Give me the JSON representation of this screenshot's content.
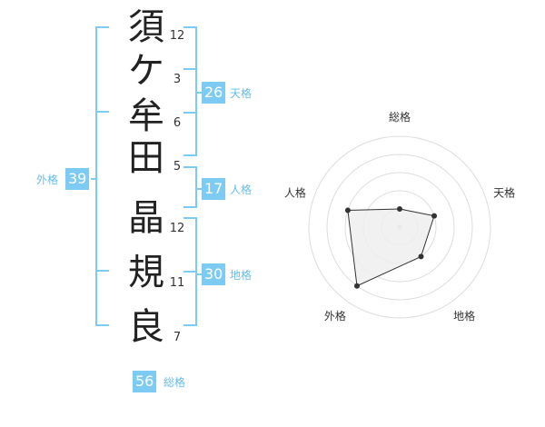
{
  "name_chars": [
    {
      "char": "須",
      "strokes": "12"
    },
    {
      "char": "ケ",
      "strokes": "3"
    },
    {
      "char": "牟",
      "strokes": "6"
    },
    {
      "char": "田",
      "strokes": "5"
    },
    {
      "char": "晶",
      "strokes": "12"
    },
    {
      "char": "規",
      "strokes": "11"
    },
    {
      "char": "良",
      "strokes": "7"
    }
  ],
  "kaku": {
    "tenkaku": {
      "value": "26",
      "label": "天格"
    },
    "jinkaku": {
      "value": "17",
      "label": "人格"
    },
    "chikaku": {
      "value": "30",
      "label": "地格"
    },
    "gaikaku": {
      "value": "39",
      "label": "外格"
    },
    "soukaku": {
      "value": "56",
      "label": "総格"
    }
  },
  "colors": {
    "accent": "#7dcbf3",
    "label": "#66bde8",
    "bracket": "#7dcbf3",
    "radar_fill": "#efefef",
    "radar_ring": "#dddddd",
    "radar_line": "#333333"
  },
  "chart_data": {
    "type": "radar",
    "axes": [
      "総格",
      "天格",
      "地格",
      "外格",
      "人格"
    ],
    "values": [
      1,
      2,
      2,
      4,
      3
    ],
    "r_max": 5
  }
}
